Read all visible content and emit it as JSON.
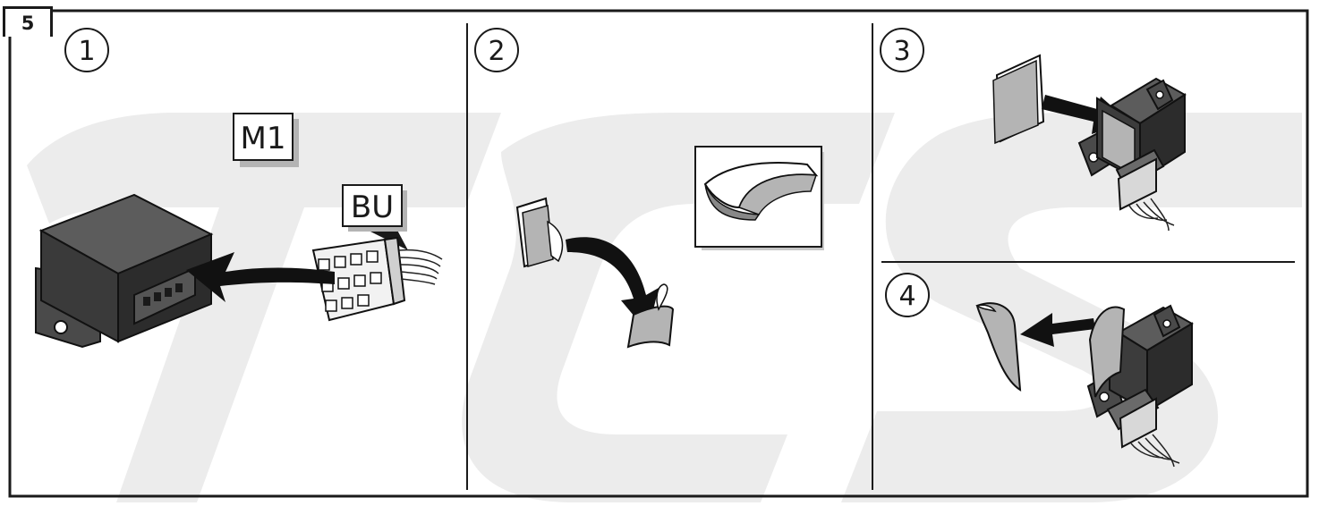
{
  "step_number": "5",
  "panels": [
    {
      "number": "1",
      "labels": {
        "module": "M1",
        "connector": "BU"
      }
    },
    {
      "number": "2"
    },
    {
      "number": "3"
    },
    {
      "number": "4"
    }
  ],
  "colors": {
    "frame": "#1a1a1a",
    "module_body": "#3c3c3c",
    "module_dark": "#262626",
    "module_light": "#5a5a5a",
    "tape": "#b4b4b4",
    "arrow": "#111111",
    "watermark": "#ececec",
    "background": "#ffffff"
  }
}
